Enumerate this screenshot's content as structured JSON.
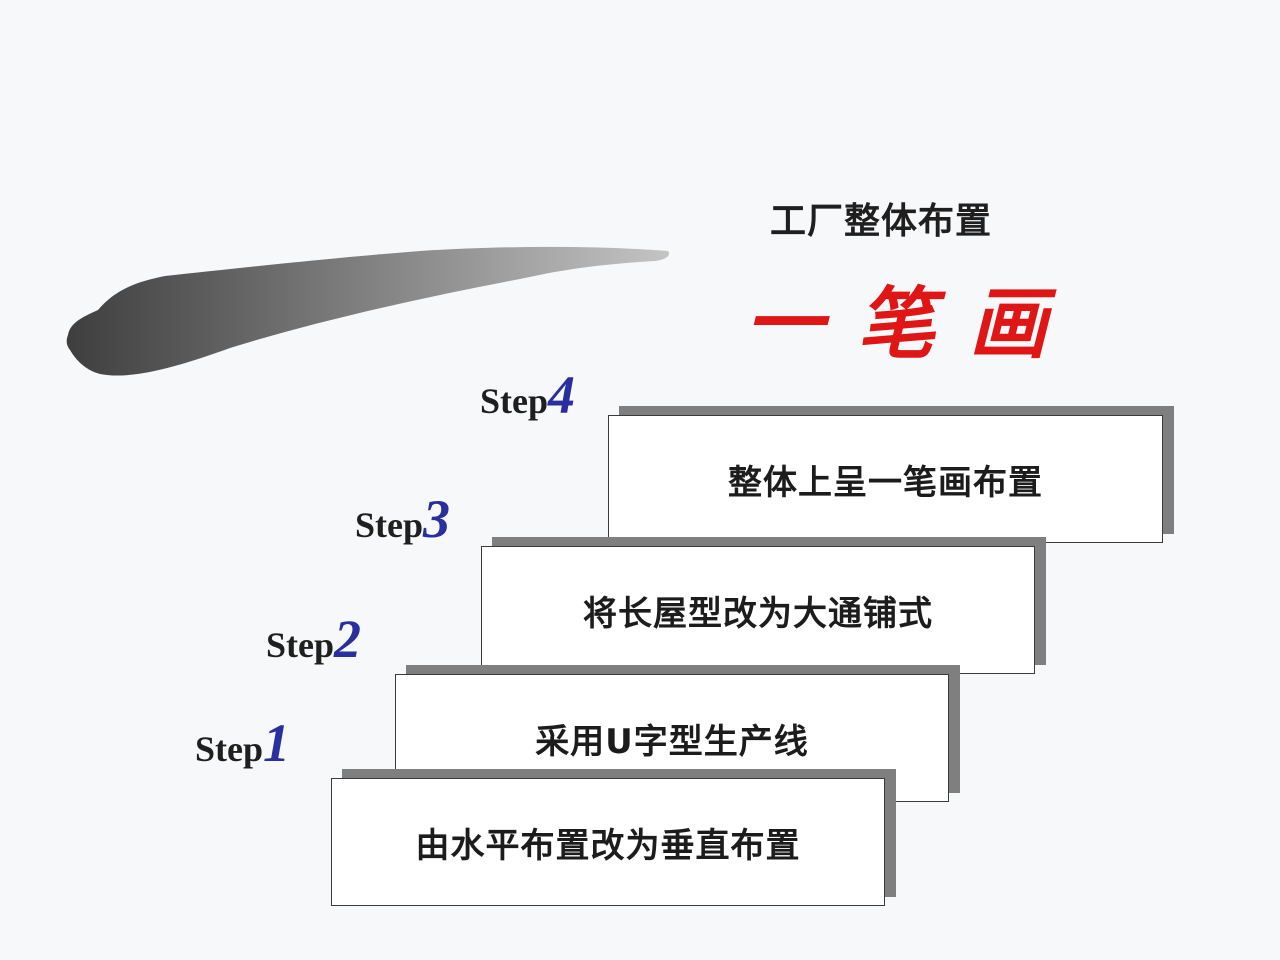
{
  "title": {
    "line1": "工厂整体布置",
    "line2": "一笔画"
  },
  "steps": [
    {
      "prefix": "Step",
      "number": "1",
      "text": "由水平布置改为垂直布置"
    },
    {
      "prefix": "Step",
      "number": "2",
      "text": "采用U字型生产线"
    },
    {
      "prefix": "Step",
      "number": "3",
      "text": "将长屋型改为大通铺式"
    },
    {
      "prefix": "Step",
      "number": "4",
      "text": "整体上呈一笔画布置"
    }
  ],
  "colors": {
    "title_red": "#e01515",
    "step_number_blue": "#2a2fa0",
    "box_shadow_gray": "#7f7f7f"
  }
}
